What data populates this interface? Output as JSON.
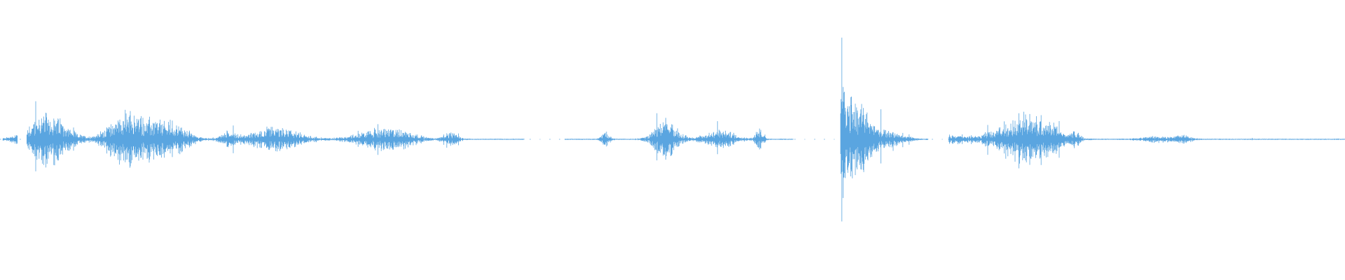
{
  "waveform": {
    "color": "#5aa5e0",
    "background": "#ffffff",
    "sample_rate_hint": "audio",
    "bursts": [
      {
        "pos": 0.035,
        "amp": 0.18,
        "width": 0.025
      },
      {
        "pos": 0.09,
        "amp": 0.1,
        "width": 0.02
      },
      {
        "pos": 0.105,
        "amp": 0.12,
        "width": 0.03
      },
      {
        "pos": 0.13,
        "amp": 0.08,
        "width": 0.02
      },
      {
        "pos": 0.17,
        "amp": 0.05,
        "width": 0.01
      },
      {
        "pos": 0.205,
        "amp": 0.08,
        "width": 0.03
      },
      {
        "pos": 0.28,
        "amp": 0.06,
        "width": 0.03
      },
      {
        "pos": 0.3,
        "amp": 0.04,
        "width": 0.02
      },
      {
        "pos": 0.335,
        "amp": 0.04,
        "width": 0.01
      },
      {
        "pos": 0.45,
        "amp": 0.05,
        "width": 0.005
      },
      {
        "pos": 0.495,
        "amp": 0.13,
        "width": 0.015
      },
      {
        "pos": 0.535,
        "amp": 0.06,
        "width": 0.02
      },
      {
        "pos": 0.565,
        "amp": 0.08,
        "width": 0.005
      },
      {
        "pos": 0.625,
        "amp": 0.18,
        "width": 0.01
      },
      {
        "pos": 0.635,
        "amp": 0.26,
        "width": 0.02
      },
      {
        "pos": 0.66,
        "amp": 0.05,
        "width": 0.02
      },
      {
        "pos": 0.71,
        "amp": 0.03,
        "width": 0.015
      },
      {
        "pos": 0.755,
        "amp": 0.12,
        "width": 0.03
      },
      {
        "pos": 0.775,
        "amp": 0.1,
        "width": 0.025
      },
      {
        "pos": 0.8,
        "amp": 0.05,
        "width": 0.005
      },
      {
        "pos": 0.86,
        "amp": 0.02,
        "width": 0.02
      },
      {
        "pos": 0.88,
        "amp": 0.03,
        "width": 0.01
      }
    ],
    "gaps": [
      [
        0.0,
        0.002
      ],
      [
        0.013,
        0.02
      ],
      [
        0.39,
        0.42
      ],
      [
        0.59,
        0.625
      ],
      [
        0.69,
        0.705
      ]
    ]
  }
}
